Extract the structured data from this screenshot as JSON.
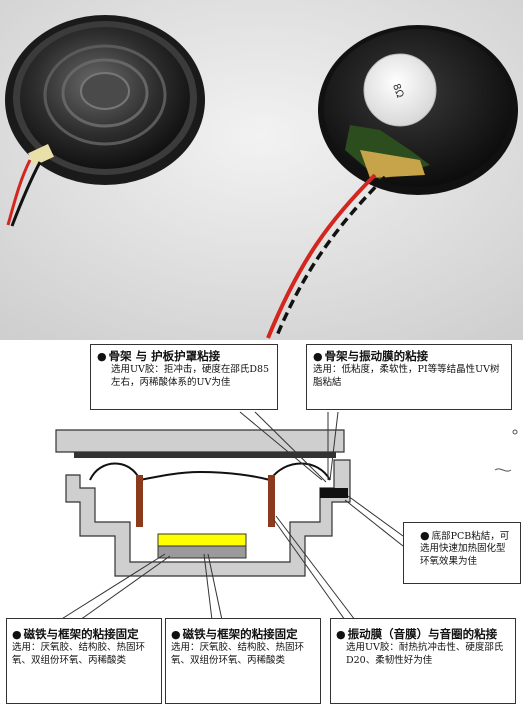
{
  "callouts": {
    "bobbin_cover": {
      "title": "骨架 与 护板护罩粘接",
      "body": "选用UV胶：拒冲击，硬度在邵氏D85左右，丙稀酸体系的UV为佳"
    },
    "bobbin_diaphragm": {
      "title": "骨架与振动膜的粘接",
      "body": "选用：低粘度，柔软性，PI等等结晶性UV树脂粘結"
    },
    "pcb": {
      "title": "底部PCB粘結，可选用快速加热固化型环氧效果为佳",
      "body": ""
    },
    "magnet_frame_1": {
      "title": "磁铁与框架的粘接固定",
      "body": "选用：厌氧胶、结构胶、热固环氧、双组份环氧、丙稀酸类"
    },
    "magnet_frame_2": {
      "title": "磁铁与框架的粘接固定",
      "body": "选用：厌氧胶、结构胶、热固环氧、双组份环氧、丙稀酸类"
    },
    "diaphragm_coil": {
      "title": "振动膜（音膜）与音圈的粘接",
      "body": "选用UV胶：耐热抗冲击性、硬度邵氏D20、柔韧性好为佳"
    }
  },
  "photo": {
    "label_text": "8Ω"
  },
  "colors": {
    "frame_gray": "#cfcfcf",
    "magnet_yellow": "#ffff00",
    "coil_brown": "#8b3a1e",
    "wire_red": "#d2261f"
  }
}
